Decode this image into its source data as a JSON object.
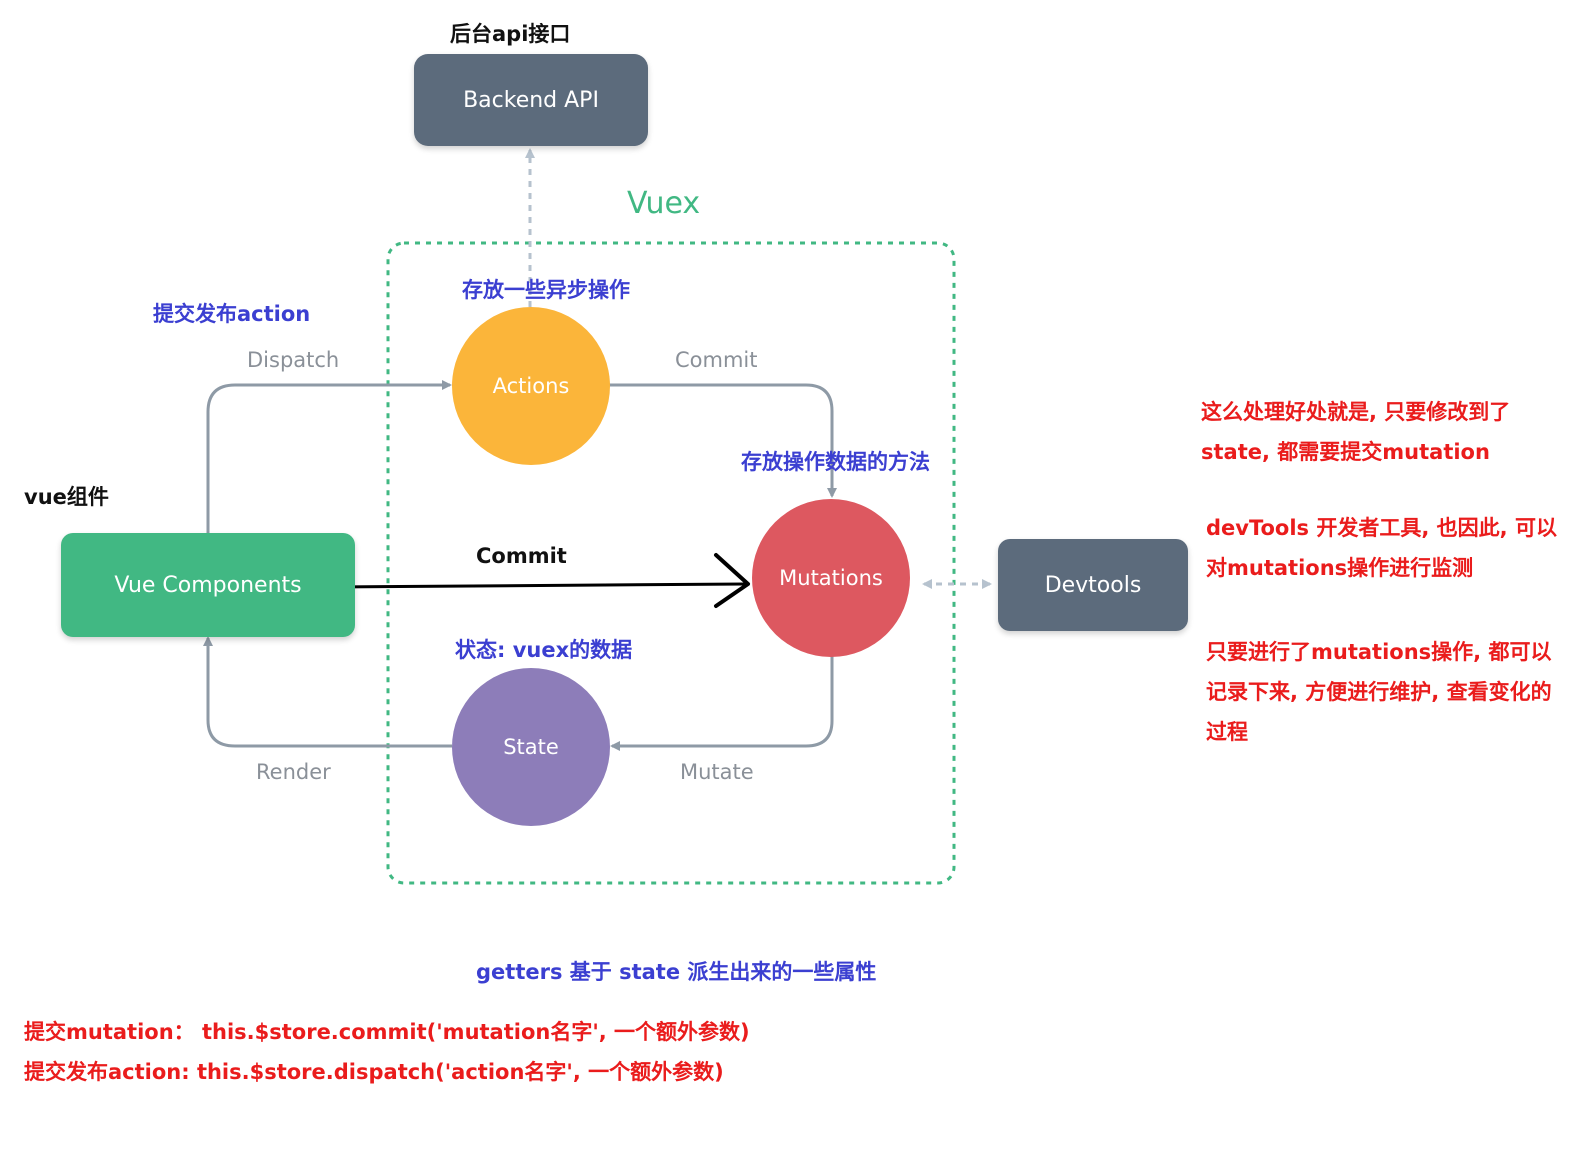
{
  "colors": {
    "backend_box": "#5c6b7c",
    "vue_components_box": "#41b883",
    "actions_circle": "#fbb53a",
    "mutations_circle": "#dd5860",
    "state_circle": "#8d7db9",
    "devtools_box": "#5c6b7c",
    "vuex_border": "#41b883",
    "arrow_gray": "#8e9aa6",
    "dashed_arrow": "#b6c2ce",
    "annotation_blue": "#3b3fd1",
    "annotation_red": "#ea1c1c",
    "annotation_black": "#111111"
  },
  "nodes": {
    "backend_api": "Backend API",
    "vuex": "Vuex",
    "actions": "Actions",
    "mutations": "Mutations",
    "state": "State",
    "vue_components": "Vue Components",
    "devtools": "Devtools"
  },
  "edges": {
    "dispatch": "Dispatch",
    "commit_top": "Commit",
    "commit_direct": "Commit",
    "mutate": "Mutate",
    "render": "Render"
  },
  "annotations": {
    "backend_cn": "后台api接口",
    "dispatch_cn": "提交发布action",
    "actions_cn": "存放一些异步操作",
    "mutations_cn": "存放操作数据的方法",
    "vue_component_cn": "vue组件",
    "state_cn": "状态: vuex的数据",
    "getters_cn": "getters 基于 state 派生出来的一些属性"
  },
  "right_notes": {
    "note1": [
      "这么处理好处就是, 只要修改到了",
      "state, 都需要提交mutation"
    ],
    "note2": [
      "devTools 开发者工具, 也因此, 可以",
      "对mutations操作进行监测"
    ],
    "note3": [
      "只要进行了mutations操作, 都可以",
      "记录下来, 方便进行维护, 查看变化的",
      "过程"
    ]
  },
  "bottom_notes": {
    "commit_line": "提交mutation：  this.$store.commit('mutation名字', 一个额外参数)",
    "dispatch_line": "提交发布action:   this.$store.dispatch('action名字', 一个额外参数)"
  },
  "chart_data": {
    "type": "diagram",
    "nodes": [
      "Backend API",
      "Actions",
      "Mutations",
      "State",
      "Vue Components",
      "Devtools"
    ],
    "edges": [
      {
        "from": "Vue Components",
        "to": "Actions",
        "label": "Dispatch"
      },
      {
        "from": "Actions",
        "to": "Backend API",
        "label": ""
      },
      {
        "from": "Actions",
        "to": "Mutations",
        "label": "Commit"
      },
      {
        "from": "Vue Components",
        "to": "Mutations",
        "label": "Commit"
      },
      {
        "from": "Mutations",
        "to": "State",
        "label": "Mutate"
      },
      {
        "from": "State",
        "to": "Vue Components",
        "label": "Render"
      },
      {
        "from": "Mutations",
        "to": "Devtools",
        "label": ""
      }
    ]
  }
}
